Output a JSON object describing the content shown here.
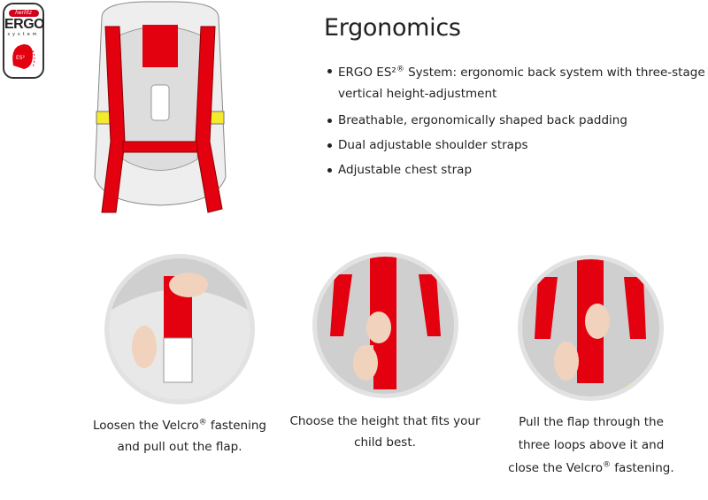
{
  "logo": {
    "brand": "herlitz",
    "title": "ERGO",
    "subtitle": "system",
    "badge": "ES²"
  },
  "heading": "Ergonomics",
  "features": [
    {
      "text": "ERGO ES²",
      "sup": "®",
      "rest": " System: ergonomic back system with three-stage vertical height-adjustment"
    },
    {
      "text": "Breathable, ergonomically shaped back padding"
    },
    {
      "text": "Dual adjustable shoulder straps"
    },
    {
      "text": "Adjustable chest strap"
    }
  ],
  "steps": [
    {
      "pre": "Loosen the Velcro",
      "sup": "®",
      "post": " fastening and pull out the flap."
    },
    {
      "pre": "Choose the height that fits your child best.",
      "sup": "",
      "post": ""
    },
    {
      "pre": "Pull the flap through the three loops above it and close the Velcro",
      "sup": "®",
      "post": " fastening."
    }
  ],
  "colors": {
    "red": "#e3000f",
    "yellow": "#f2ea2a",
    "grey": "#d9d9d9"
  }
}
